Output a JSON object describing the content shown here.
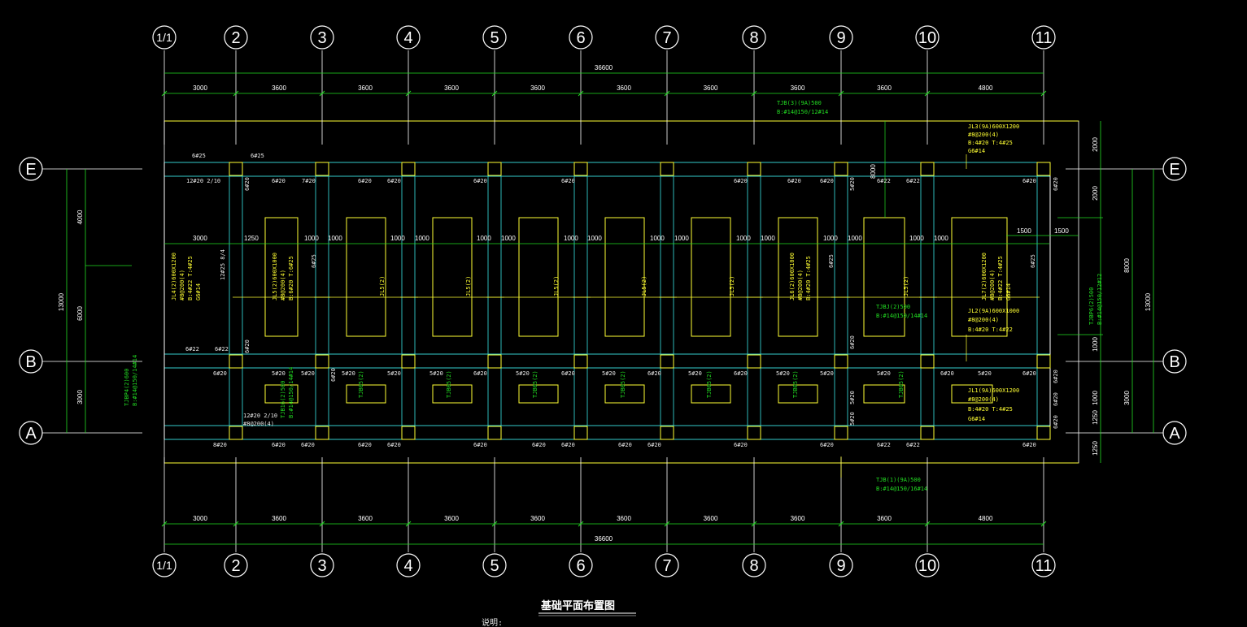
{
  "drawing": {
    "title": "基础平面布置图",
    "note_label": "说明:",
    "colors": {
      "background": "#000000",
      "axis_line": "#ffffff",
      "dimension": "#22dd22",
      "beam_outline": "#33cccc",
      "foundation": "#ffff33",
      "text_white": "#e8e8e8"
    }
  },
  "column_axes": {
    "labels": [
      "1/1",
      "2",
      "3",
      "4",
      "5",
      "6",
      "7",
      "8",
      "9",
      "10",
      "11"
    ],
    "spacings": [
      "3000",
      "3600",
      "3600",
      "3600",
      "3600",
      "3600",
      "3600",
      "3600",
      "3600",
      "4800"
    ],
    "total": "36600"
  },
  "row_axes": {
    "labels": [
      "E",
      "B",
      "A"
    ],
    "left_dims": [
      "4000",
      "6000",
      "3000"
    ],
    "left_total": "13000",
    "right_dims": [
      "2000",
      "2000",
      "1000",
      "1000",
      "1250",
      "1250"
    ],
    "right_mid": [
      "8000",
      "3000"
    ],
    "right_total": "13000"
  },
  "beam_labels": {
    "top_tjb": [
      "TJB(3)(9A)500",
      "B:#14@150/12#14"
    ],
    "jl3_top": [
      "JL3(9A)600X1200",
      "#8@200(4)",
      "B:4#20 T:4#25",
      "G6#14"
    ],
    "jl4": [
      "JL4(2)600X1200",
      "#8@200(4)",
      "B:4#22 T:4#25",
      "G6#14"
    ],
    "jl5": [
      "JL5(2)600X1000",
      "#8@200(4)",
      "B:6#20 T:6#25"
    ],
    "jl6": [
      "JL6(2)600X1000",
      "#8@200(4)",
      "B:4#20 T:4#25"
    ],
    "jl7": [
      "JL7(2)600X1200",
      "#8@200(4)",
      "B:4#22 T:4#25",
      "G6#14"
    ],
    "jl5_short": "JL5(2)",
    "jl2": [
      "JL2(9A)600X1000",
      "#8@200(4)",
      "B:4#20 T:4#22"
    ],
    "jl1": [
      "JL1(9A)600X1200",
      "#8@200(4)",
      "B:4#20 T:4#25",
      "G6#14"
    ],
    "tjbj2": [
      "TJBJ(2)500",
      "B:#14@150/14#14"
    ],
    "tjbp_left": [
      "TJBP4(2)600",
      "B:#14@150/14#14"
    ],
    "tjbp_right": [
      "TJBP6(2)500",
      "B:#14@150/12#12"
    ],
    "tjb_bottom": [
      "TJB(1)(9A)500",
      "B:#14@150/16#14"
    ],
    "tjbf_left": [
      "TJB16(2)500",
      "B:#14@150/14#14"
    ],
    "tjb_bay": "TJB05(2)"
  },
  "rebar_labels": {
    "top_625": "6#25",
    "top_left": "12#20 2/10",
    "r620": "6#20",
    "r520": "5#20",
    "r820": "8#20",
    "r622": "6#22",
    "r625": "6#25",
    "r1225": "12#25 8/4",
    "bottom_left": "12#20 2/10",
    "bottom_left2": "#8@200(4)",
    "r720": "7#20"
  },
  "inner_dims": {
    "d3000": "3000",
    "d1250": "1250",
    "d1000": "1000",
    "d1500": "1500",
    "d8000": "8000"
  }
}
